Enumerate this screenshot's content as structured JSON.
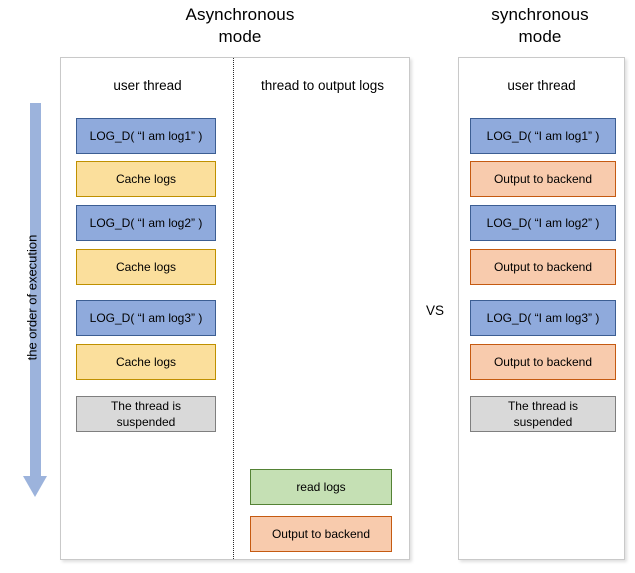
{
  "titles": {
    "async": "Asynchronous\nmode",
    "async_line1": "Asynchronous",
    "async_line2": "mode",
    "sync_line1": "synchronous",
    "sync_line2": "mode"
  },
  "vs_label": "VS",
  "axis": {
    "label": "the order of execution",
    "direction": "top-to-bottom",
    "arrow_color": "#9CB3DC"
  },
  "colors": {
    "blue_fill": "#8FAADC",
    "blue_border": "#3C5E93",
    "yellow_fill": "#FBDF9C",
    "yellow_border": "#BF9000",
    "orange_fill": "#F8CBAD",
    "orange_border": "#C55A11",
    "green_fill": "#C5E0B4",
    "green_border": "#548235",
    "gray_fill": "#D9D9D9",
    "gray_border": "#7F7F7F",
    "panel_border": "#C9C9C9",
    "divider": "#2B2B2B"
  },
  "async_panel": {
    "user_thread_header": "user thread",
    "output_thread_header": "thread to output logs",
    "user_thread_steps": [
      {
        "label": "LOG_D( “I am log1” )",
        "color": "blue"
      },
      {
        "label": "Cache logs",
        "color": "yellow"
      },
      {
        "label": "LOG_D( “I am log2” )",
        "color": "blue"
      },
      {
        "label": "Cache logs",
        "color": "yellow"
      },
      {
        "label": "LOG_D( “I am log3” )",
        "color": "blue"
      },
      {
        "label": "Cache logs",
        "color": "yellow"
      },
      {
        "label": "The thread is\nsuspended",
        "line1": "The thread is",
        "line2": "suspended",
        "color": "gray"
      }
    ],
    "output_thread_steps": [
      {
        "label": "read logs",
        "color": "green"
      },
      {
        "label": "Output to backend",
        "color": "orange"
      }
    ]
  },
  "sync_panel": {
    "user_thread_header": "user thread",
    "user_thread_steps": [
      {
        "label": "LOG_D( “I am log1” )",
        "color": "blue"
      },
      {
        "label": "Output to backend",
        "color": "orange"
      },
      {
        "label": "LOG_D( “I am log2” )",
        "color": "blue"
      },
      {
        "label": "Output to backend",
        "color": "orange"
      },
      {
        "label": "LOG_D( “I am log3” )",
        "color": "blue"
      },
      {
        "label": "Output to backend",
        "color": "orange"
      },
      {
        "label": "The thread is\nsuspended",
        "line1": "The thread is",
        "line2": "suspended",
        "color": "gray"
      }
    ]
  }
}
